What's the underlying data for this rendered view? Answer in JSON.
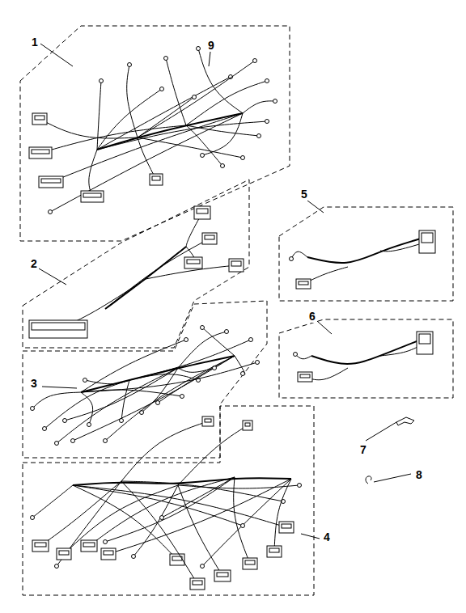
{
  "diagram": {
    "labels": [
      "1",
      "9",
      "5",
      "2",
      "6",
      "3",
      "7",
      "8",
      "4"
    ]
  }
}
